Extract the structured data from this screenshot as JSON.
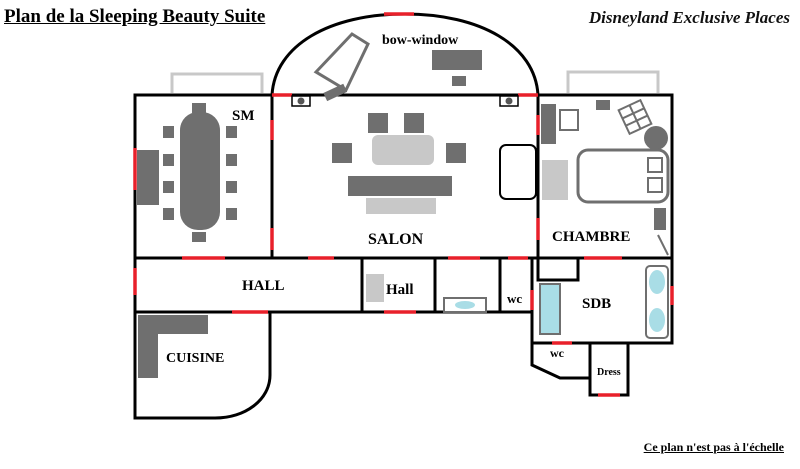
{
  "header": {
    "title": "Plan de la Sleeping Beauty Suite",
    "brand": "Disneyland Exclusive Places"
  },
  "rooms": {
    "bow_window": "bow-window",
    "sm": "SM",
    "salon": "SALON",
    "chambre": "CHAMBRE",
    "hall_left": "HALL",
    "hall_center": "Hall",
    "wc_main": "wc",
    "sdb": "SDB",
    "wc_small": "wc",
    "dress": "Dress",
    "cuisine": "CUISINE"
  },
  "footer": {
    "note": "Ce plan n'est pas à l'échelle"
  },
  "colors": {
    "wall": "#000000",
    "door": "#e8202a",
    "furniture_dark": "#6f6f6f",
    "furniture_light": "#c8c8c8",
    "water": "#a9dde6",
    "balcony": "#c8c8c8"
  }
}
